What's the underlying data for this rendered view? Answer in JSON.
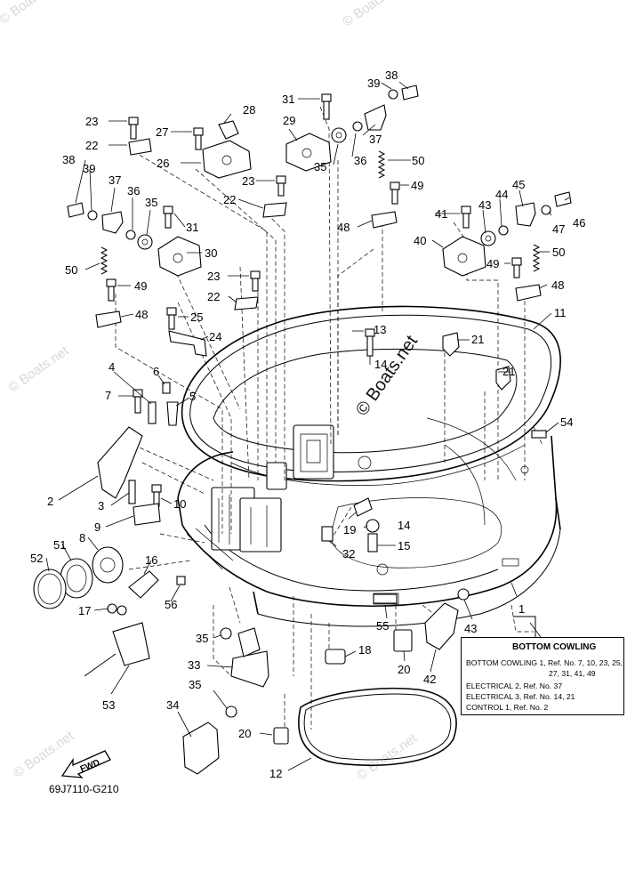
{
  "watermark": {
    "text": "© Boats.net",
    "center_text": "© Boats.net"
  },
  "callouts": [
    "1",
    "2",
    "3",
    "4",
    "5",
    "6",
    "7",
    "8",
    "9",
    "10",
    "11",
    "12",
    "13",
    "14",
    "15",
    "16",
    "17",
    "18",
    "19",
    "20",
    "21",
    "22",
    "23",
    "24",
    "25",
    "26",
    "27",
    "28",
    "29",
    "30",
    "31",
    "32",
    "33",
    "34",
    "35",
    "36",
    "37",
    "38",
    "39",
    "40",
    "41",
    "42",
    "43",
    "44",
    "45",
    "46",
    "47",
    "48",
    "49",
    "50",
    "51",
    "52",
    "53",
    "54",
    "55",
    "56"
  ],
  "legend": {
    "title": "BOTTOM  COWLING",
    "rows": [
      "BOTTOM  COWLING  1,   Ref. No. 7, 10, 23, 25,",
      "27, 31, 41, 49",
      "ELECTRICAL  2,   Ref. No. 37",
      "ELECTRICAL  3,   Ref. No. 14, 21",
      "CONTROL  1,   Ref. No. 2"
    ]
  },
  "fwd_label": "FWD",
  "figure_code": "69J7110-G210"
}
